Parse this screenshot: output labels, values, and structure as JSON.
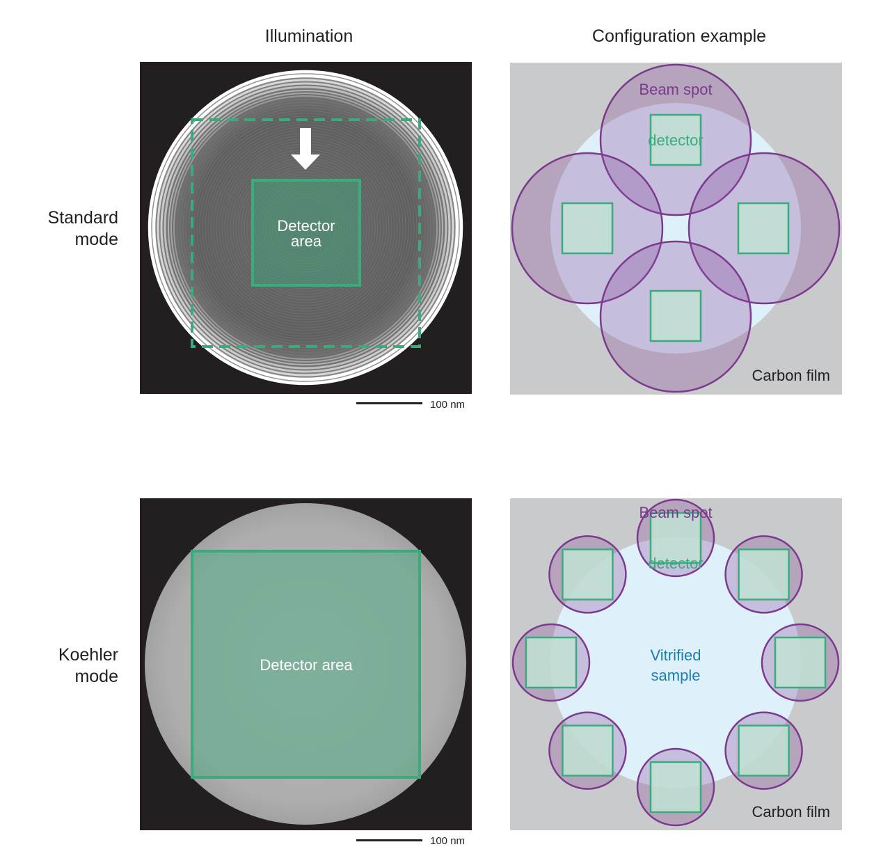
{
  "headers": {
    "illumination": "Illumination",
    "configuration": "Configuration example"
  },
  "rows": {
    "standard": {
      "line1": "Standard",
      "line2": "mode"
    },
    "koehler": {
      "line1": "Koehler",
      "line2": "mode"
    }
  },
  "standard_illumination": {
    "detector_line1": "Detector",
    "detector_line2": "area",
    "scale_label": "100 nm"
  },
  "koehler_illumination": {
    "detector_label": "Detector area",
    "scale_label": "100 nm"
  },
  "standard_config": {
    "beam_spot": "Beam spot",
    "detector": "detector",
    "carbon_film": "Carbon film"
  },
  "koehler_config": {
    "beam_spot": "Beam spot",
    "detector": "detector",
    "sample_line1": "Vitrified",
    "sample_line2": "sample",
    "carbon_film": "Carbon film"
  },
  "colors": {
    "background_dark": "#231f20",
    "carbon_film": "#c9cacb",
    "vitrified_sample": "#def0f9",
    "beam_spot_stroke": "#7b3a8e",
    "detector_green": "#3daa7d"
  }
}
